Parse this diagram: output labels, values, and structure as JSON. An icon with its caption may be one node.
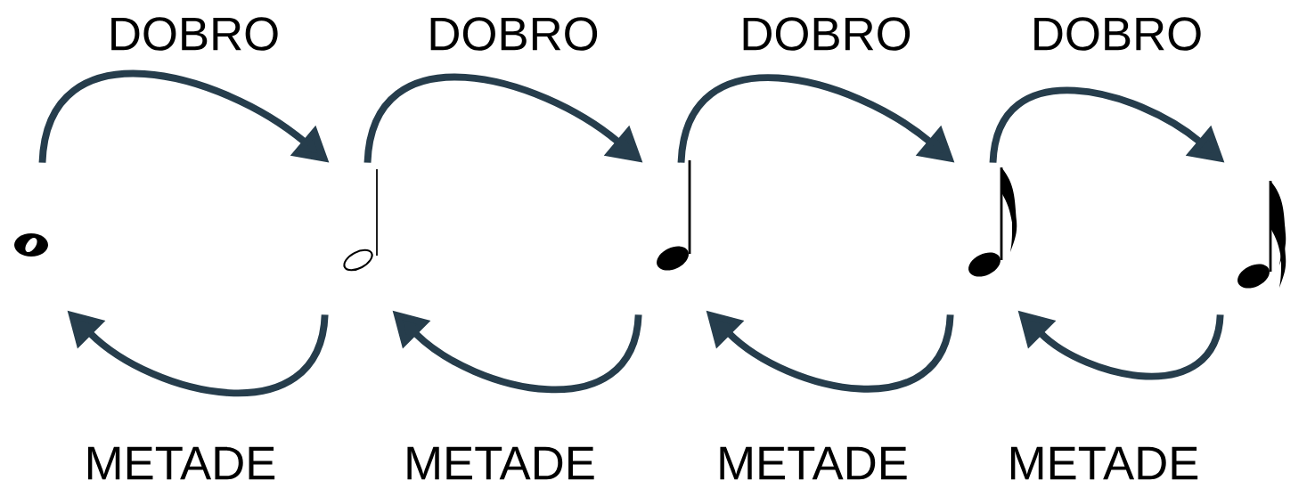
{
  "diagram": {
    "nodes": [
      {
        "text": [],
        "shape": "picture"
      },
      {
        "text": [],
        "shape": "picture"
      },
      {
        "text": [],
        "shape": "picture"
      },
      {
        "text": [],
        "shape": "picture"
      },
      {
        "text": [],
        "shape": "picture"
      }
    ],
    "edges": [
      {
        "from": 0,
        "to": 1,
        "arrow": "to",
        "label": "DOBRO"
      },
      {
        "from": 1,
        "to": 2,
        "arrow": "to",
        "label": "DOBRO"
      },
      {
        "from": 2,
        "to": 3,
        "arrow": "to",
        "label": "DOBRO"
      },
      {
        "from": 3,
        "to": 4,
        "arrow": "to",
        "label": "DOBRO"
      },
      {
        "from": 1,
        "to": 0,
        "arrow": "to",
        "label": "METADE"
      },
      {
        "from": 2,
        "to": 1,
        "arrow": "to",
        "label": "METADE"
      },
      {
        "from": 3,
        "to": 2,
        "arrow": "to",
        "label": "METADE"
      },
      {
        "from": 4,
        "to": 3,
        "arrow": "to",
        "label": "METADE"
      }
    ]
  }
}
